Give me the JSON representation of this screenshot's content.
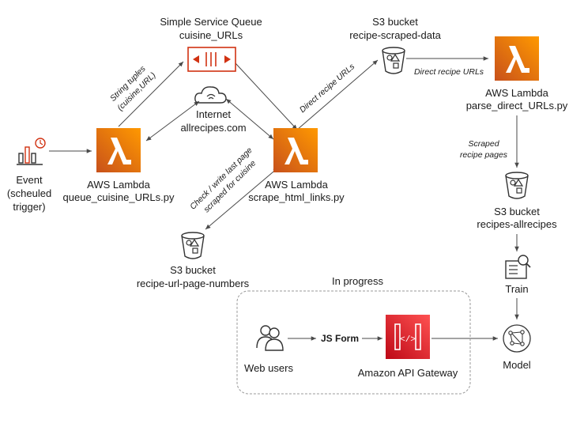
{
  "nodes": {
    "event": {
      "lines": [
        "Event",
        "(scheuled",
        "trigger)"
      ]
    },
    "sqs": {
      "lines": [
        "Simple Service Queue",
        "cuisine_URLs"
      ]
    },
    "internet": {
      "lines": [
        "Internet",
        "allrecipes.com"
      ]
    },
    "lambda_queue": {
      "lines": [
        "AWS Lambda",
        "queue_cuisine_URLs.py"
      ]
    },
    "lambda_scrape": {
      "lines": [
        "AWS Lambda",
        "scrape_html_links.py"
      ]
    },
    "s3_scraped": {
      "lines": [
        "S3 bucket",
        "recipe-scraped-data"
      ]
    },
    "lambda_parse": {
      "lines": [
        "AWS Lambda",
        "parse_direct_URLs.py"
      ]
    },
    "s3_allrecipes": {
      "lines": [
        "S3 bucket",
        "recipes-allrecipes"
      ]
    },
    "s3_pagenums": {
      "lines": [
        "S3 bucket",
        "recipe-url-page-numbers"
      ]
    },
    "train": {
      "lines": [
        "Train"
      ]
    },
    "model": {
      "lines": [
        "Model"
      ]
    },
    "web_users": {
      "lines": [
        "Web users"
      ]
    },
    "api_gateway": {
      "lines": [
        "Amazon API Gateway"
      ]
    }
  },
  "edges": {
    "string_tuples": [
      "String tuples",
      "(cuisine,URL)"
    ],
    "direct_recipe_urls_1": "Direct recipe URLs",
    "direct_recipe_urls_2": "Direct recipe URLs",
    "scraped_pages": [
      "Scraped",
      "recipe pages"
    ],
    "check_write": [
      "Check / write last page",
      "scraped for cuisine"
    ],
    "js_form": "JS Form"
  },
  "group": {
    "title": "In progress"
  },
  "colors": {
    "lambda_orange": "#ec7211",
    "sqs_red": "#d13212",
    "api_red": "#d13212",
    "line_gray": "#4a4a4a",
    "icon_gray": "#333333"
  }
}
